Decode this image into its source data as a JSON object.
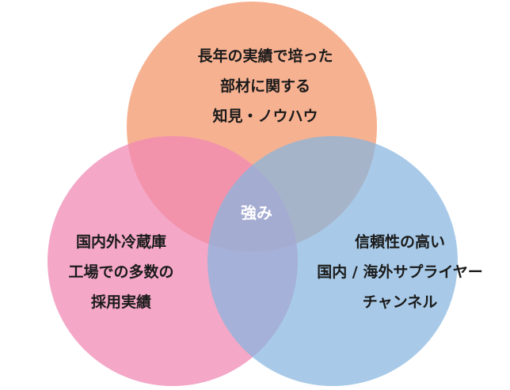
{
  "colors": {
    "top_circle": "#f4a37e",
    "left_circle": "#f08ab4",
    "right_circle": "#86b5df",
    "text": "#1a1a1a",
    "center_text": "#ffffff"
  },
  "diagram": {
    "center_label": "強み",
    "circles": [
      {
        "id": "top",
        "lines": [
          "長年の実績で培った",
          "部材に関する",
          "知見・ノウハウ"
        ]
      },
      {
        "id": "left",
        "lines": [
          "国内外冷蔵庫",
          "工場での多数の",
          "採用実績"
        ]
      },
      {
        "id": "right",
        "lines": [
          "信頼性の高い",
          "国内 / 海外サプライヤー",
          "チャンネル"
        ]
      }
    ]
  }
}
